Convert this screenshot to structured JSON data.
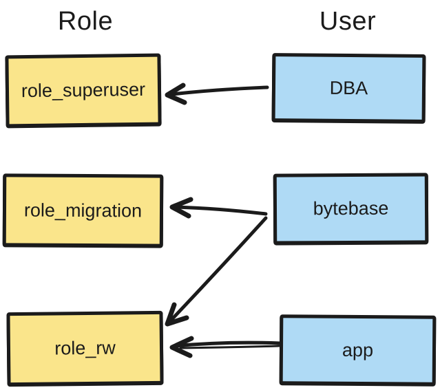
{
  "diagram": {
    "headers": {
      "left": "Role",
      "right": "User"
    },
    "nodes": [
      {
        "id": "role_superuser",
        "label": "role_superuser",
        "type": "role"
      },
      {
        "id": "role_migration",
        "label": "role_migration",
        "type": "role"
      },
      {
        "id": "role_rw",
        "label": "role_rw",
        "type": "role"
      },
      {
        "id": "DBA",
        "label": "DBA",
        "type": "user"
      },
      {
        "id": "bytebase",
        "label": "bytebase",
        "type": "user"
      },
      {
        "id": "app",
        "label": "app",
        "type": "user"
      }
    ],
    "edges": [
      {
        "from": "DBA",
        "to": "role_superuser"
      },
      {
        "from": "bytebase",
        "to": "role_migration"
      },
      {
        "from": "bytebase",
        "to": "role_rw"
      },
      {
        "from": "app",
        "to": "role_rw"
      }
    ],
    "colors": {
      "role_fill": "#FAE58B",
      "user_fill": "#AFDAF5",
      "stroke": "#1b1b1b",
      "background": "#ffffff",
      "text": "#1b1b1b"
    }
  }
}
